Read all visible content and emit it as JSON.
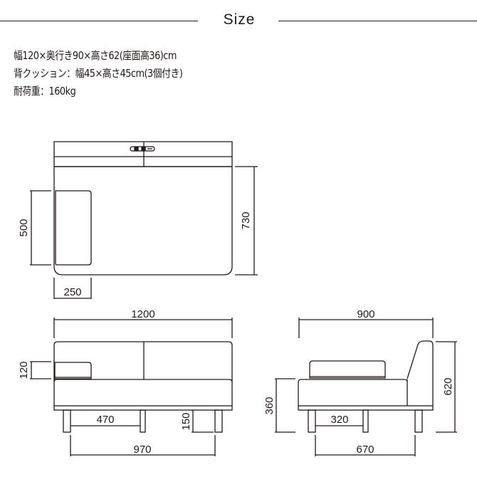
{
  "header": {
    "title": "Size"
  },
  "specs": {
    "lines": [
      "幅120×奥行き90×高さ62(座面高36)cm",
      "背クッション：幅45×高さ45cm(3個付き)",
      "耐荷重：160kg"
    ]
  },
  "diagram": {
    "top_view": {
      "dims": {
        "seat_depth": "730",
        "pillow_length": "500",
        "pillow_width": "250"
      }
    },
    "front_view": {
      "dims": {
        "total_width": "1200",
        "cushion_height": "120",
        "leg_gap": "470",
        "leg_height": "150",
        "leg_span": "970"
      }
    },
    "side_view": {
      "dims": {
        "total_depth": "900",
        "seat_height": "360",
        "total_height": "620",
        "leg_gap": "320",
        "leg_span": "670"
      }
    }
  },
  "colors": {
    "line": "#231815",
    "background": "#ffffff"
  }
}
